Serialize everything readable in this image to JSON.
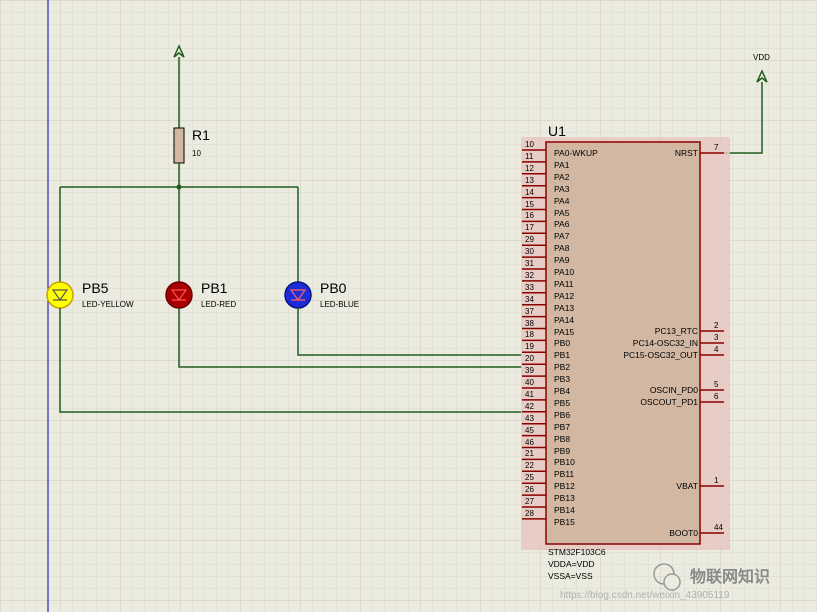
{
  "colors": {
    "background": "#ecebe0",
    "grid_minor": "#d9d8cc",
    "grid_major": "#cbcabc",
    "wire": "#1f5c1f",
    "power": "#1f5c1f",
    "chip_body": "#d2b8a3",
    "chip_shadow": "#e6c8c0",
    "pin": "#8b0000",
    "led_yellow": "#ffff00",
    "led_red": "#a80000",
    "led_blue": "#1c2dd8",
    "margin_line": "#0000b0"
  },
  "power_terminal_unlabeled": {
    "icon": "power-arrow-icon"
  },
  "vdd_terminal": {
    "label": "VDD",
    "icon": "power-arrow-icon"
  },
  "resistor": {
    "ref": "R1",
    "value": "10",
    "icon": "resistor-icon"
  },
  "leds": [
    {
      "id": "yellow",
      "ref": "PB5",
      "value": "LED-YELLOW",
      "icon": "led-yellow-icon"
    },
    {
      "id": "red",
      "ref": "PB1",
      "value": "LED-RED",
      "icon": "led-red-icon"
    },
    {
      "id": "blue",
      "ref": "PB0",
      "value": "LED-BLUE",
      "icon": "led-blue-icon"
    }
  ],
  "chip": {
    "ref": "U1",
    "part": "STM32F103C6",
    "notes": [
      "VDDA=VDD",
      "VSSA=VSS"
    ],
    "left_pins": [
      {
        "num": "10",
        "name": "PA0-WKUP"
      },
      {
        "num": "11",
        "name": "PA1"
      },
      {
        "num": "12",
        "name": "PA2"
      },
      {
        "num": "13",
        "name": "PA3"
      },
      {
        "num": "14",
        "name": "PA4"
      },
      {
        "num": "15",
        "name": "PA5"
      },
      {
        "num": "16",
        "name": "PA6"
      },
      {
        "num": "17",
        "name": "PA7"
      },
      {
        "num": "29",
        "name": "PA8"
      },
      {
        "num": "30",
        "name": "PA9"
      },
      {
        "num": "31",
        "name": "PA10"
      },
      {
        "num": "32",
        "name": "PA11"
      },
      {
        "num": "33",
        "name": "PA12"
      },
      {
        "num": "34",
        "name": "PA13"
      },
      {
        "num": "37",
        "name": "PA14"
      },
      {
        "num": "38",
        "name": "PA15"
      },
      {
        "num": "18",
        "name": "PB0"
      },
      {
        "num": "19",
        "name": "PB1"
      },
      {
        "num": "20",
        "name": "PB2"
      },
      {
        "num": "39",
        "name": "PB3"
      },
      {
        "num": "40",
        "name": "PB4"
      },
      {
        "num": "41",
        "name": "PB5"
      },
      {
        "num": "42",
        "name": "PB6"
      },
      {
        "num": "43",
        "name": "PB7"
      },
      {
        "num": "45",
        "name": "PB8"
      },
      {
        "num": "46",
        "name": "PB9"
      },
      {
        "num": "21",
        "name": "PB10"
      },
      {
        "num": "22",
        "name": "PB11"
      },
      {
        "num": "25",
        "name": "PB12"
      },
      {
        "num": "26",
        "name": "PB13"
      },
      {
        "num": "27",
        "name": "PB14"
      },
      {
        "num": "28",
        "name": "PB15"
      }
    ],
    "right_pins": [
      {
        "num": "7",
        "name": "NRST"
      },
      {
        "num": "2",
        "name": "PC13_RTC"
      },
      {
        "num": "3",
        "name": "PC14-OSC32_IN"
      },
      {
        "num": "4",
        "name": "PC15-OSC32_OUT"
      },
      {
        "num": "5",
        "name": "OSCIN_PD0"
      },
      {
        "num": "6",
        "name": "OSCOUT_PD1"
      },
      {
        "num": "1",
        "name": "VBAT"
      },
      {
        "num": "44",
        "name": "BOOT0"
      }
    ]
  },
  "watermark": {
    "brand": "物联网知识",
    "url": "https://blog.csdn.net/weixin_43905119"
  }
}
